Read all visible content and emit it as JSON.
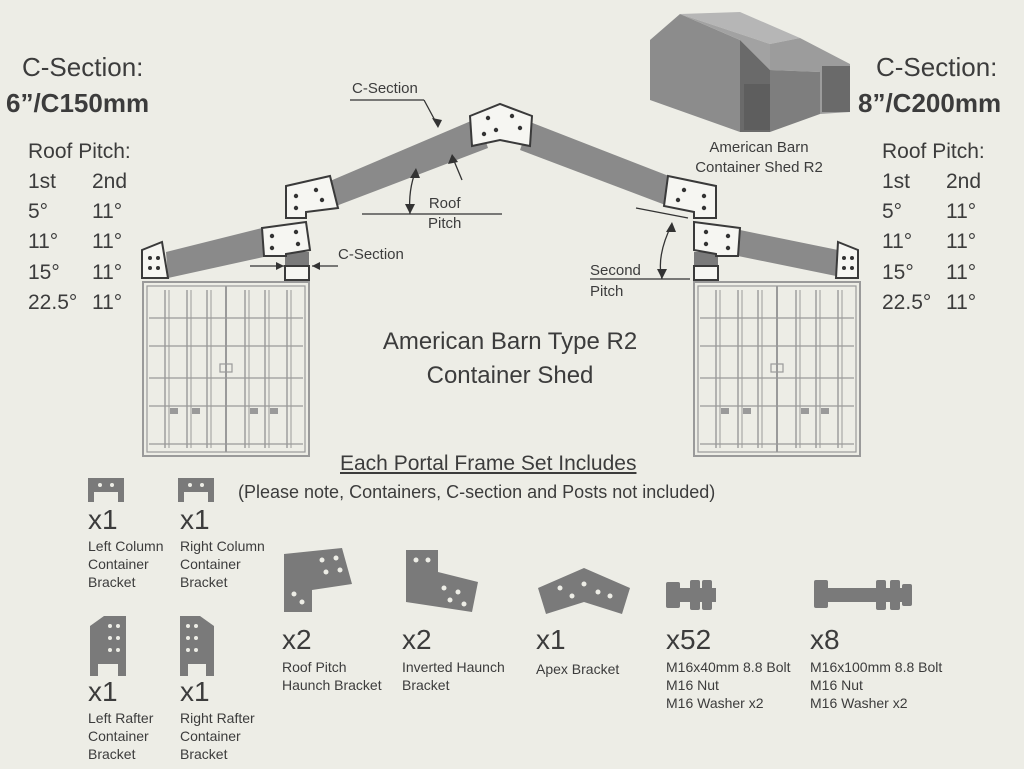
{
  "left_spec": {
    "csection_title": "C-Section:",
    "csection_size": "6”/C150mm",
    "pitch_title": "Roof Pitch:",
    "col1_header": "1st",
    "col2_header": "2nd",
    "rows": [
      {
        "first": "5°",
        "second": "11°"
      },
      {
        "first": "11°",
        "second": "11°"
      },
      {
        "first": "15°",
        "second": "11°"
      },
      {
        "first": "22.5°",
        "second": "11°"
      }
    ]
  },
  "right_spec": {
    "csection_title": "C-Section:",
    "csection_size": "8”/C200mm",
    "pitch_title": "Roof Pitch:",
    "col1_header": "1st",
    "col2_header": "2nd",
    "rows": [
      {
        "first": "5°",
        "second": "11°"
      },
      {
        "first": "11°",
        "second": "11°"
      },
      {
        "first": "15°",
        "second": "11°"
      },
      {
        "first": "22.5°",
        "second": "11°"
      }
    ]
  },
  "diagram": {
    "csection_top_label": "C-Section",
    "csection_side_label": "C-Section",
    "roof_pitch_label": "Roof\nPitch",
    "second_pitch_label": "Second\nPitch",
    "title_line1": "American Barn Type R2",
    "title_line2": "Container Shed",
    "thumbnail_caption": "American Barn\nContainer Shed R2"
  },
  "includes": {
    "heading": "Each Portal Frame Set Includes",
    "note": "(Please note, Containers, C-section and Posts not included)"
  },
  "items": [
    {
      "qty": "x1",
      "desc": "Left Column\nContainer\nBracket",
      "icon": "left-column-bracket-icon"
    },
    {
      "qty": "x1",
      "desc": "Right Column\nContainer\nBracket",
      "icon": "right-column-bracket-icon"
    },
    {
      "qty": "x1",
      "desc": "Left Rafter\nContainer\nBracket",
      "icon": "left-rafter-bracket-icon"
    },
    {
      "qty": "x1",
      "desc": "Right Rafter\nContainer\nBracket",
      "icon": "right-rafter-bracket-icon"
    },
    {
      "qty": "x2",
      "desc": "Roof Pitch\nHaunch Bracket",
      "icon": "roof-pitch-haunch-bracket-icon"
    },
    {
      "qty": "x2",
      "desc": "Inverted Haunch\nBracket",
      "icon": "inverted-haunch-bracket-icon"
    },
    {
      "qty": "x1",
      "desc": "Apex Bracket",
      "icon": "apex-bracket-icon"
    },
    {
      "qty": "x52",
      "desc": "M16x40mm 8.8 Bolt\nM16 Nut\nM16 Washer x2",
      "icon": "short-bolt-icon"
    },
    {
      "qty": "x8",
      "desc": "M16x100mm 8.8 Bolt\nM16 Nut\nM16 Washer x2",
      "icon": "long-bolt-icon"
    }
  ],
  "colors": {
    "background": "#edede6",
    "steel": "#7a7a7a",
    "steel_dark": "#555555",
    "text": "#3c3c3c",
    "container_line": "#9a9a9a"
  }
}
